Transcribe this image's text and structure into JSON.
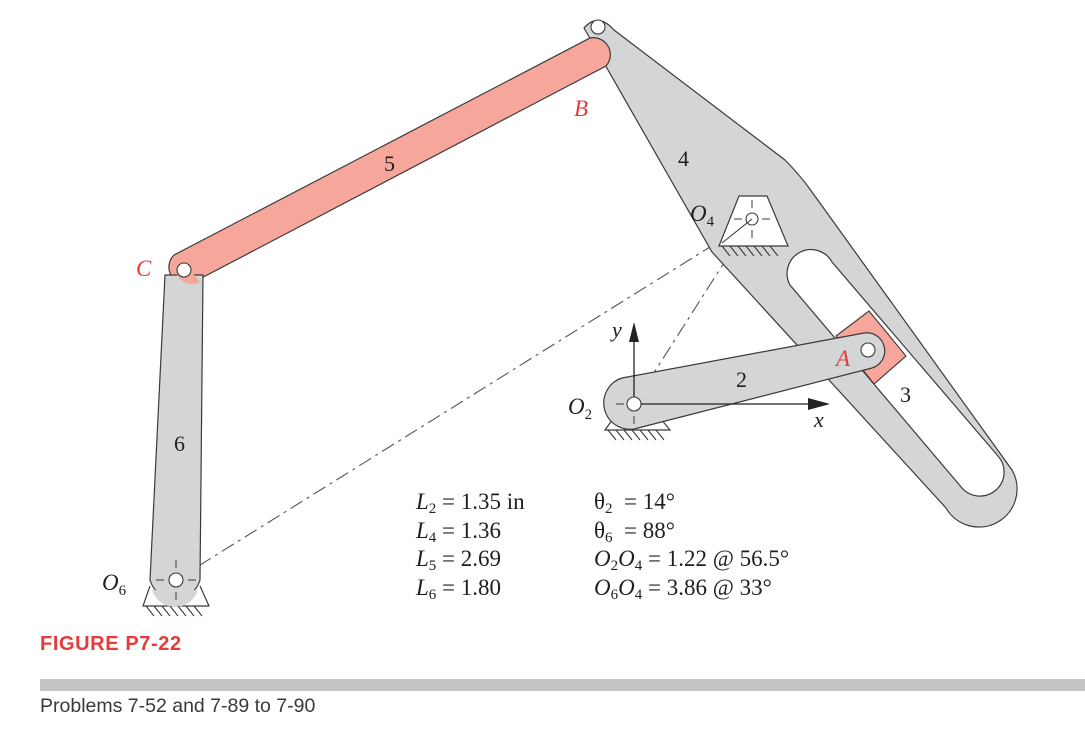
{
  "figure": {
    "title": "FIGURE P7-22",
    "caption": "Problems 7-52 and 7-89 to 7-90",
    "colors": {
      "link_gray": "#d4d5d7",
      "link_pink": "#f6a69a",
      "label_red": "#e63b3b",
      "stroke": "#3a3a3a",
      "rule_gray": "#c4c5c7"
    }
  },
  "links": {
    "l2": "2",
    "l3": "3",
    "l4": "4",
    "l5": "5",
    "l6": "6"
  },
  "points": {
    "A": "A",
    "B": "B",
    "C": "C"
  },
  "pivots": {
    "o2": {
      "main": "O",
      "sub": "2"
    },
    "o4": {
      "main": "O",
      "sub": "4"
    },
    "o6": {
      "main": "O",
      "sub": "6"
    }
  },
  "axes": {
    "x": "x",
    "y": "y"
  },
  "parameters": {
    "left": [
      {
        "sym": "L",
        "sub": "2",
        "value": " = 1.35 in"
      },
      {
        "sym": "L",
        "sub": "4",
        "value": " = 1.36"
      },
      {
        "sym": "L",
        "sub": "5",
        "value": " = 2.69"
      },
      {
        "sym": "L",
        "sub": "6",
        "value": " = 1.80"
      }
    ],
    "right": [
      {
        "sym": "θ",
        "sub": "2",
        "value": "  = 14°"
      },
      {
        "sym": "θ",
        "sub": "6",
        "value": "  = 88°"
      },
      {
        "sym": "O",
        "sub": "2",
        "sym2": "O",
        "sub2": "4",
        "value": " = 1.22 @ 56.5°"
      },
      {
        "sym": "O",
        "sub": "6",
        "sym2": "O",
        "sub2": "4",
        "value": " = 3.86 @ 33°"
      }
    ]
  }
}
